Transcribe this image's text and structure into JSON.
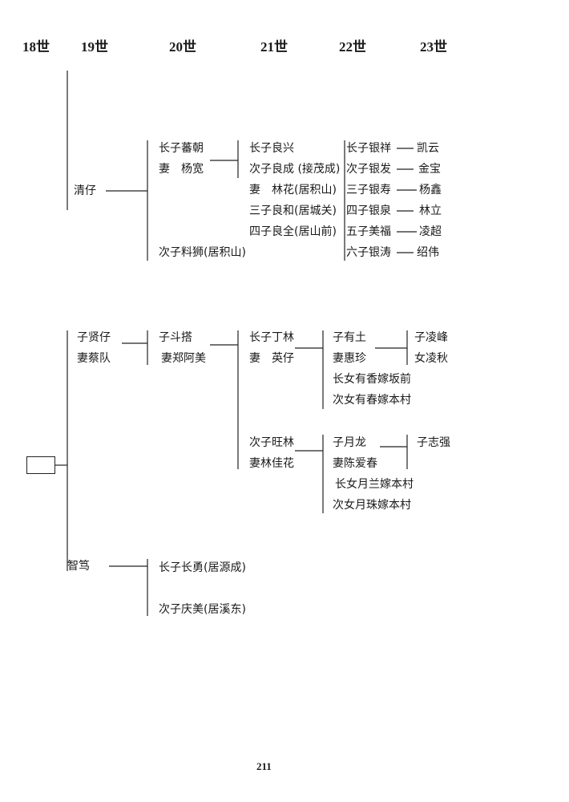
{
  "headers": [
    "18世",
    "19世",
    "20世",
    "21世",
    "22世",
    "23世"
  ],
  "page_number": "211",
  "sec1": {
    "g19": "清仔",
    "g20": [
      "长子蕃朝",
      "妻　杨宽",
      "次子料狮(居积山)"
    ],
    "g21": [
      "长子良兴",
      "次子良成 (接茂成)",
      "妻　林花(居积山)",
      "三子良和(居城关)",
      "四子良全(居山前)"
    ],
    "g22": [
      "长子银祥",
      "次子银发",
      "三子银寿",
      "四子银泉",
      "五子美福",
      "六子银涛"
    ],
    "g23": [
      "凯云",
      "金宝",
      "杨鑫",
      "林立",
      "凌超",
      "绍伟"
    ]
  },
  "sec2": {
    "g19": [
      "子贤仔",
      "妻蔡队"
    ],
    "g20": [
      "子斗搭",
      "妻郑阿美"
    ],
    "g21a": [
      "长子丁林",
      "妻　英仔"
    ],
    "g22a": [
      "子有土",
      "妻惠珍",
      "长女有香嫁坂前",
      "次女有春嫁本村"
    ],
    "g23a": [
      "子凌峰",
      "女凌秋"
    ],
    "g21b": [
      "次子旺林",
      "妻林佳花"
    ],
    "g22b": [
      "子月龙",
      "妻陈爱春",
      "长女月兰嫁本村",
      "次女月珠嫁本村"
    ],
    "g23b": [
      "子志强"
    ]
  },
  "sec3": {
    "g19": "智笃",
    "g20": [
      "长子长勇(居源成)",
      "次子庆美(居溪东)"
    ]
  }
}
